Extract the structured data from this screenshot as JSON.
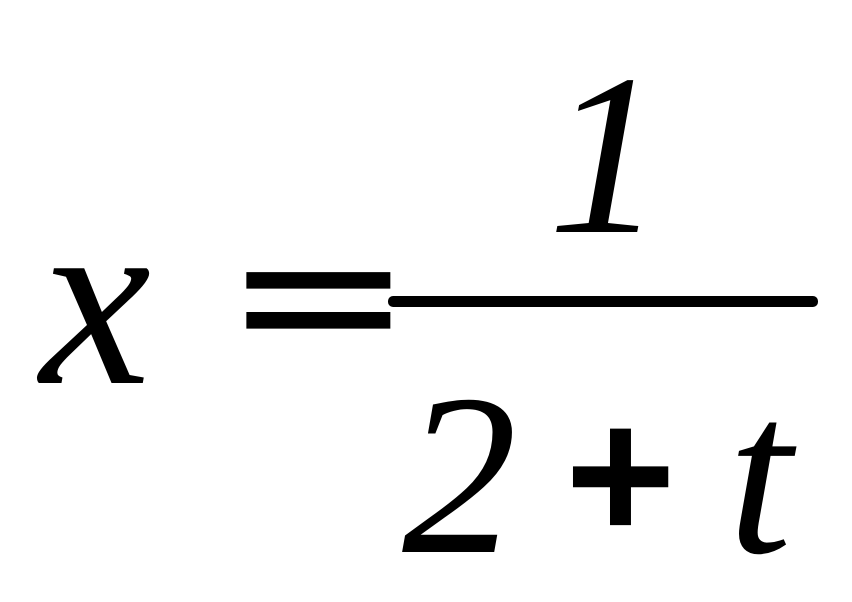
{
  "equation": {
    "lhs": "x",
    "equals": "=",
    "numerator": "1",
    "denominator_first": "2",
    "denominator_op": "+",
    "denominator_var": "t"
  },
  "colors": {
    "ink": "#000000",
    "background": "#ffffff"
  }
}
